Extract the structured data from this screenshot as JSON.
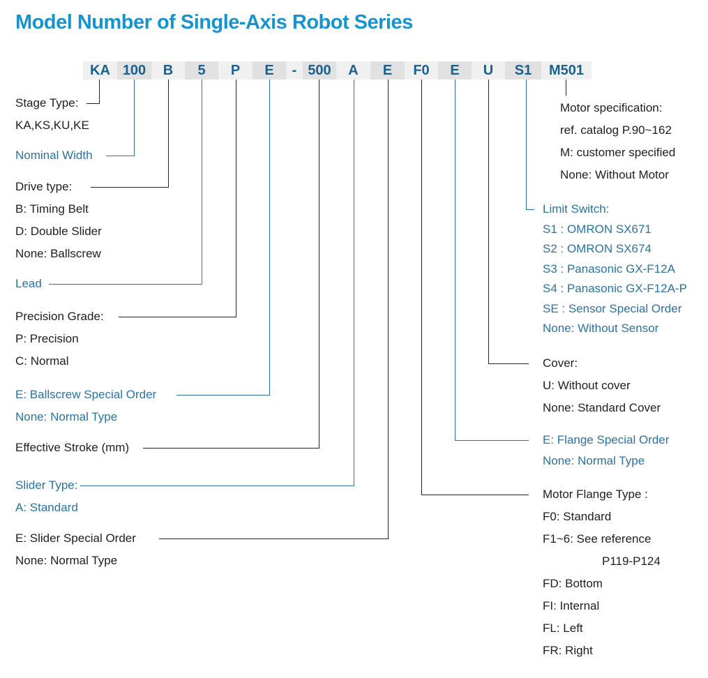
{
  "title": "Model Number of Single-Axis Robot Series",
  "colors": {
    "title_blue": "#1793CE",
    "label_blue": "#2A72A0",
    "label_black": "#202020",
    "model_text_blue": "#1A6190",
    "box_light_gray": "#F0F0F0",
    "box_dark_gray": "#E1E1E1"
  },
  "model_number": {
    "segments": [
      "KA",
      "100",
      "B",
      "5",
      "P",
      "E",
      "-",
      "500",
      "A",
      "E",
      "F0",
      "E",
      "U",
      "S1",
      "M501"
    ]
  },
  "annotations": {
    "left": {
      "stage_type": {
        "lines": [
          "Stage Type:",
          "KA,KS,KU,KE"
        ]
      },
      "nominal_width": {
        "lines": [
          "Nominal Width"
        ]
      },
      "drive_type": {
        "lines": [
          "Drive type:",
          "B: Timing Belt",
          "D: Double Slider",
          "None: Ballscrew"
        ]
      },
      "lead": {
        "lines": [
          "Lead"
        ]
      },
      "precision_grade": {
        "lines": [
          "Precision Grade:",
          "P: Precision",
          "C: Normal"
        ]
      },
      "ballscrew_special": {
        "lines": [
          "E: Ballscrew Special Order",
          "None: Normal Type"
        ]
      },
      "effective_stroke": {
        "lines": [
          "Effective Stroke (mm)"
        ]
      },
      "slider_type": {
        "lines": [
          "Slider Type:",
          "A: Standard"
        ]
      },
      "slider_special": {
        "lines": [
          "E: Slider Special Order",
          "None: Normal Type"
        ]
      }
    },
    "right": {
      "motor_spec": {
        "lines": [
          "Motor specification:",
          "ref. catalog P.90~162",
          "M: customer specified",
          "None: Without Motor"
        ]
      },
      "limit_switch": {
        "lines": [
          "Limit Switch:",
          "S1 : OMRON SX671",
          "S2 : OMRON SX674",
          "S3 : Panasonic GX-F12A",
          "S4 : Panasonic GX-F12A-P",
          "SE : Sensor Special Order",
          "None: Without Sensor"
        ]
      },
      "cover": {
        "lines": [
          "Cover:",
          "U: Without cover",
          "None: Standard Cover"
        ]
      },
      "flange_special": {
        "lines": [
          "E: Flange Special Order",
          "None: Normal Type"
        ]
      },
      "motor_flange": {
        "lines": [
          "Motor Flange Type :",
          "F0: Standard",
          "F1~6: See reference",
          "P119-P124",
          "FD: Bottom",
          "FI: Internal",
          "FL: Left",
          "FR: Right"
        ]
      }
    }
  }
}
